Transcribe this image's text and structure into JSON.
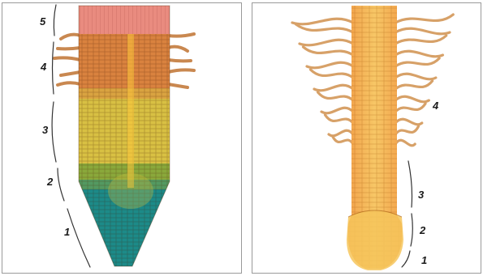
{
  "left_panel": {
    "zone_labels": [
      "5",
      "4",
      "3",
      "2",
      "1"
    ],
    "colors": {
      "zone5": "#e98b7f",
      "zone4": "#d9823f",
      "zone3": "#d8c043",
      "zone2": "#8aa83b",
      "zone1": "#1c8a88",
      "root_hair": "#c98850",
      "bracket": "#333333"
    }
  },
  "right_panel": {
    "zone_labels": [
      "4",
      "3",
      "2",
      "1"
    ],
    "colors": {
      "body": "#f2a14a",
      "body_light": "#f7c766",
      "tip": "#f6c65c",
      "root_hair": "#d7a168",
      "bracket": "#333333"
    }
  }
}
